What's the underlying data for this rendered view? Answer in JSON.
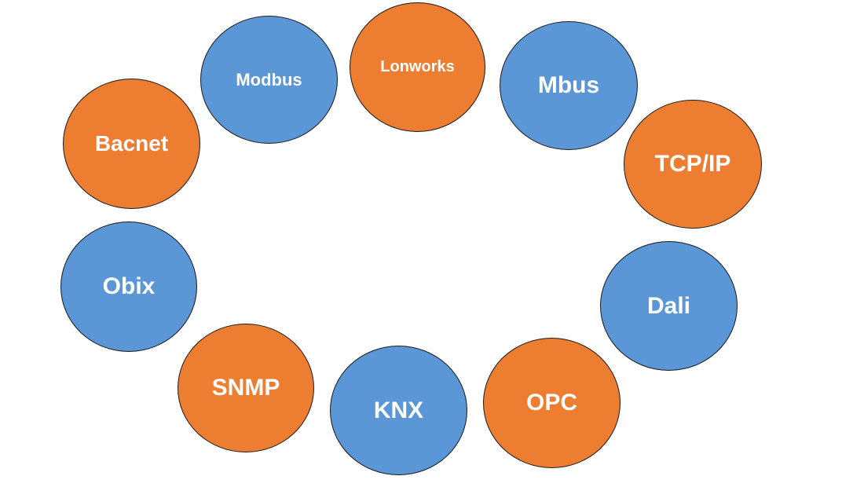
{
  "colors": {
    "blue": "#5b96d6",
    "orange": "#ed7d31",
    "outline": "#1a1a1a"
  },
  "nodes": [
    {
      "id": "modbus",
      "label": "Modbus",
      "color": "blue"
    },
    {
      "id": "lonworks",
      "label": "Lonworks",
      "color": "orange"
    },
    {
      "id": "mbus",
      "label": "Mbus",
      "color": "blue"
    },
    {
      "id": "bacnet",
      "label": "Bacnet",
      "color": "orange"
    },
    {
      "id": "tcpip",
      "label": "TCP/IP",
      "color": "orange"
    },
    {
      "id": "obix",
      "label": "Obix",
      "color": "blue"
    },
    {
      "id": "dali",
      "label": "Dali",
      "color": "blue"
    },
    {
      "id": "snmp",
      "label": "SNMP",
      "color": "orange"
    },
    {
      "id": "knx",
      "label": "KNX",
      "color": "blue"
    },
    {
      "id": "opc",
      "label": "OPC",
      "color": "orange"
    }
  ]
}
